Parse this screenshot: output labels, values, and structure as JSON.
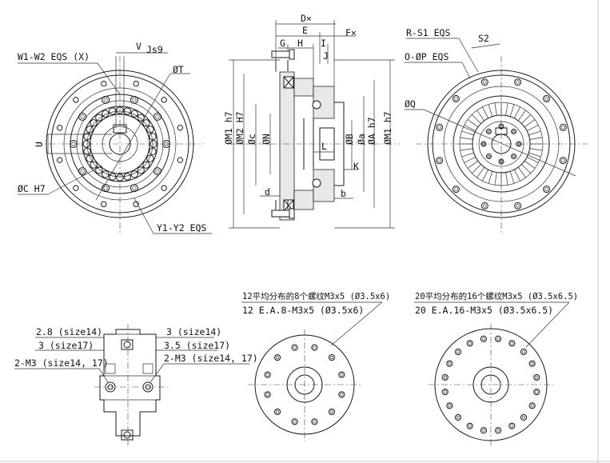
{
  "labels": {
    "w1w2": "W1-W2 EQS (X)",
    "v": "V",
    "js9": "Js9",
    "phi_t": "ØT",
    "u": "U",
    "phi_c": "ØC H7",
    "y1y2": "Y1-Y2 EQS",
    "dx": "D×",
    "e": "E",
    "fx": "F×",
    "g": "G",
    "h": "H",
    "i": "I",
    "j": "J",
    "phi_m1_left": "ØM1 h7",
    "phi_m2": "ØM2 H7",
    "phi_c_mid": "Øc",
    "phi_n": "ØN",
    "l": "L",
    "phi_b": "ØB",
    "phi_a": "Øa",
    "phi_a_h7": "ØA h7",
    "phi_m1_right": "ØM1 h7",
    "k": "K",
    "d": "d",
    "b": "b",
    "rs1": "R-S1 EQS",
    "s2": "S2",
    "op": "O-ØP EQS",
    "phi_q": "ØQ"
  },
  "bottom": {
    "left_top": "2.8 (size14)",
    "left_bottom": "3 (size17)",
    "left_m3": "2-M3 (size14, 17)",
    "right_top": "3 (size14)",
    "right_bottom": "3.5 (size17)",
    "right_m3": "2-M3 (size14, 17)",
    "mid_cn": "12平均分布的8个螺纹M3x5 (Ø3.5x6)",
    "mid_en": "12 E.A.8-M3x5 (Ø3.5x6)",
    "right_cn": "20平均分布的16个螺纹M3x5 (Ø3.5x6.5)",
    "right_en": "20 E.A.16-M3x5 (Ø3.5x6.5)"
  }
}
